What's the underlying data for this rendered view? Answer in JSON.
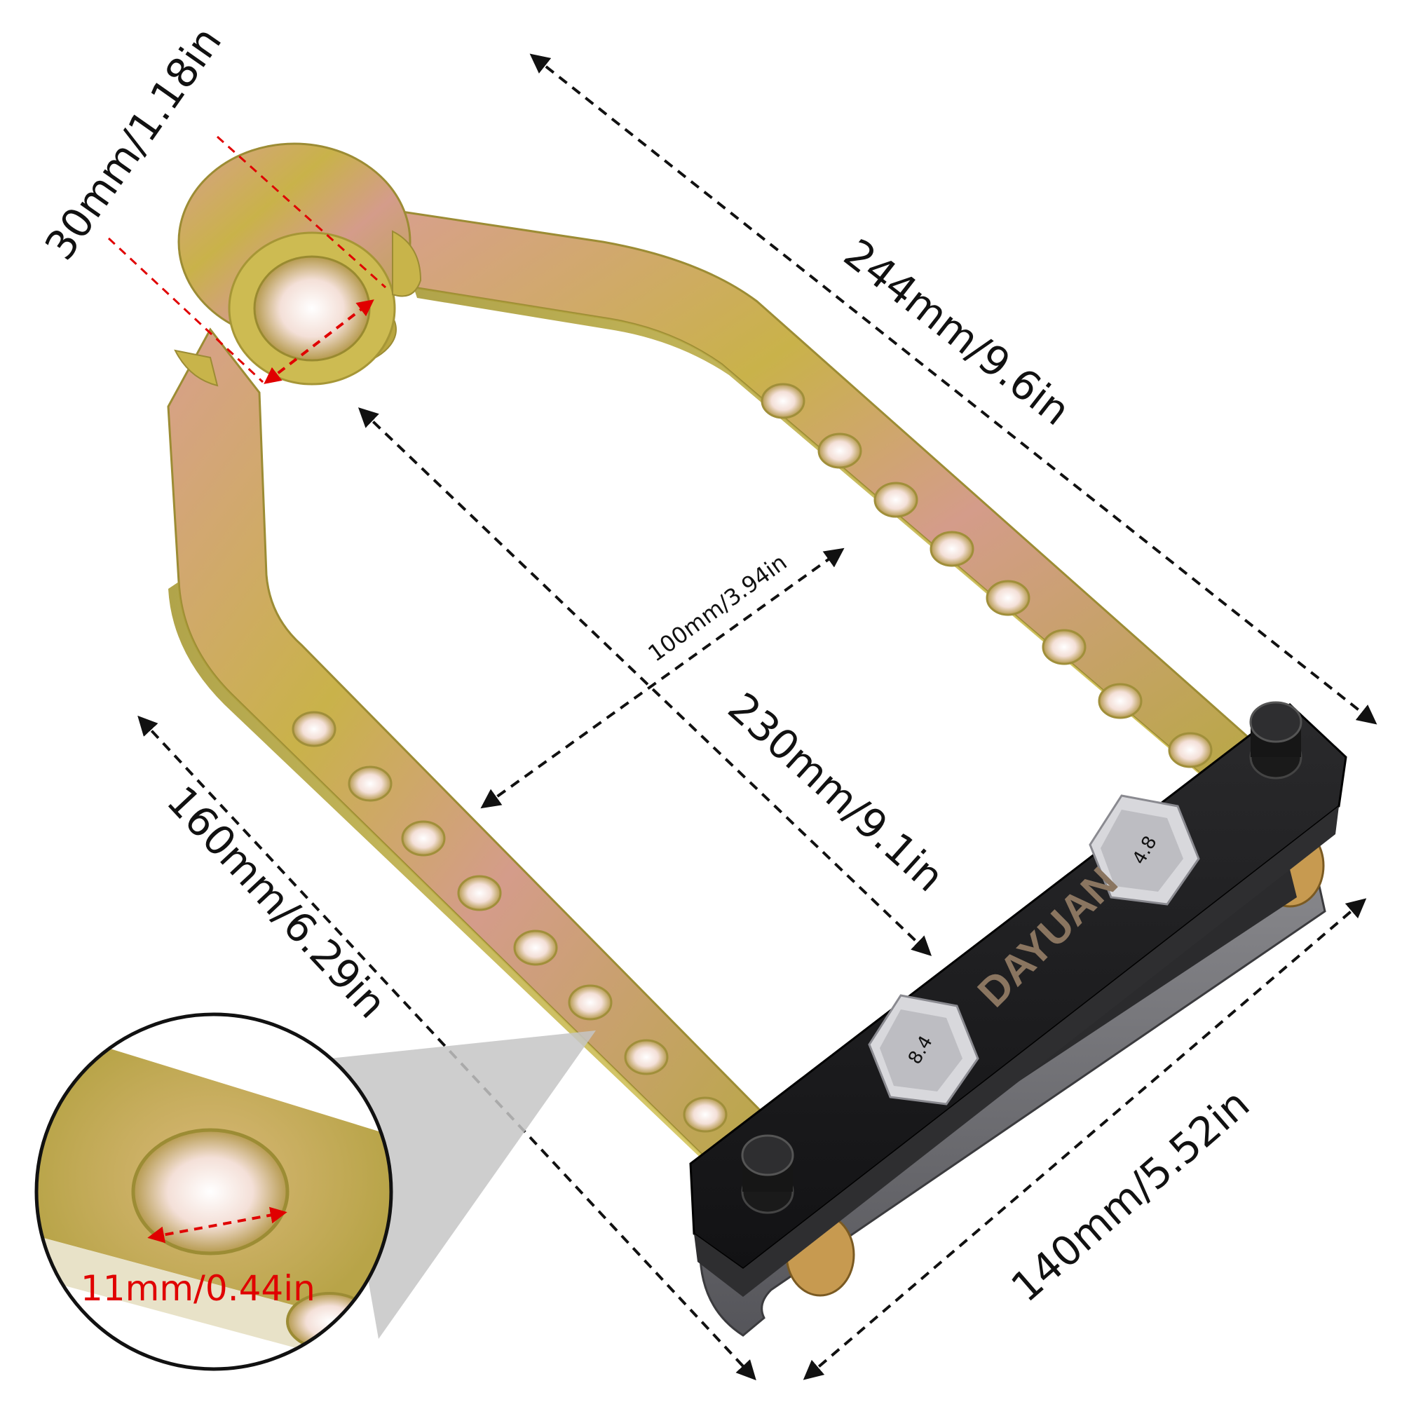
{
  "brand": "DAYUAN",
  "dimensions": {
    "ring_diameter": "30mm/1.18in",
    "overall_length": "244mm/9.6in",
    "inner_width": "100mm/3.94in",
    "inner_length": "230mm/9.1in",
    "arm_length": "160mm/6.29in",
    "bar_length": "140mm/5.52in",
    "hole_diameter": "11mm/0.44in"
  },
  "bolt_marks": {
    "top_bolt": "4.8",
    "bottom_bolt": "8.4"
  },
  "colors": {
    "metal_gold": "#c9b24a",
    "metal_pink": "#cf9a86",
    "bar_black": "#1c1c1e",
    "bar_grey": "#6d6d70",
    "accent_red": "#e00000"
  }
}
